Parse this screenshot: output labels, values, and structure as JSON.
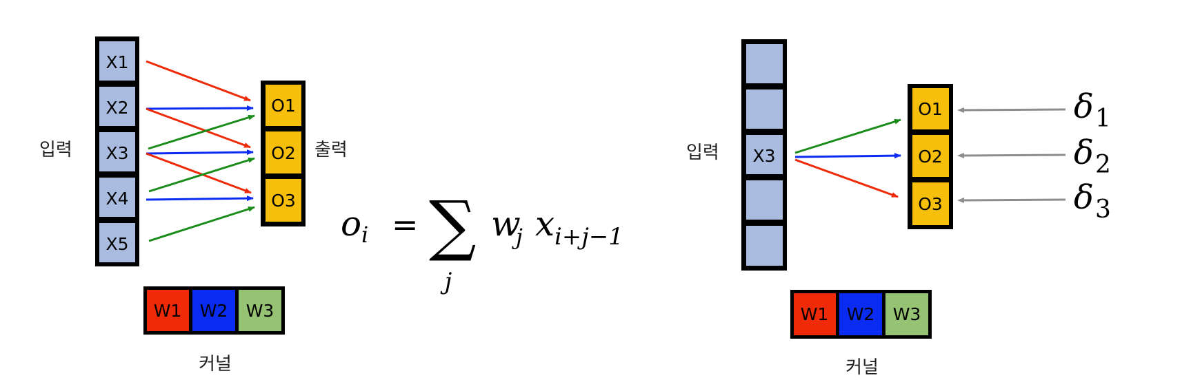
{
  "colors": {
    "input_cell": "#a9bce0",
    "output_cell": "#f6bf0b",
    "kernel_w1": "#ee2a08",
    "kernel_w2": "#0a2cf2",
    "kernel_w3": "#95c273",
    "arrow_w1": "#ee2a08",
    "arrow_w2": "#0a2cf2",
    "arrow_w3": "#1a8c1a",
    "arrow_grad": "#8c8c8c"
  },
  "left": {
    "input_label": "입력",
    "output_label": "출력",
    "kernel_label": "커널",
    "inputs": [
      "X1",
      "X2",
      "X3",
      "X4",
      "X5"
    ],
    "outputs": [
      "O1",
      "O2",
      "O3"
    ],
    "kernel": [
      "W1",
      "W2",
      "W3"
    ]
  },
  "formula": {
    "lhs": "o",
    "lhs_sub": "i",
    "equals": "=",
    "sum_symbol": "∑",
    "sum_index": "j",
    "w": "w",
    "w_sub": "j",
    "x": "x",
    "x_sub": "i+j−1"
  },
  "right": {
    "input_label": "입력",
    "kernel_label": "커널",
    "inputs": [
      "",
      "",
      "X3",
      "",
      ""
    ],
    "outputs": [
      "O1",
      "O2",
      "O3"
    ],
    "kernel": [
      "W1",
      "W2",
      "W3"
    ],
    "deltas": [
      {
        "symbol": "δ",
        "sub": "1"
      },
      {
        "symbol": "δ",
        "sub": "2"
      },
      {
        "symbol": "δ",
        "sub": "3"
      }
    ]
  }
}
